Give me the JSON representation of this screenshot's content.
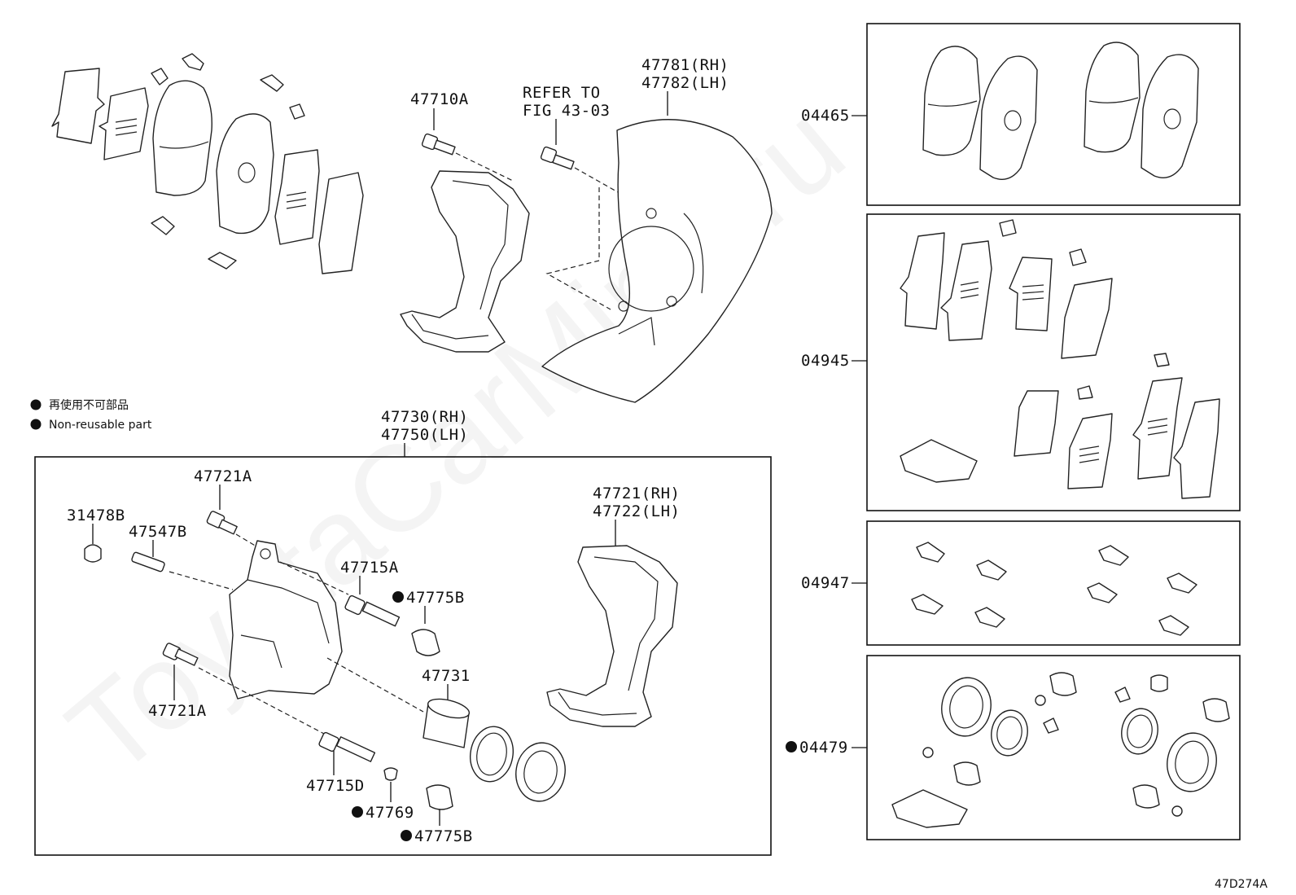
{
  "labels": {
    "bolt_47710a": "47710A",
    "refer_line1": "REFER TO",
    "refer_line2": "FIG 43-03",
    "shield_rh": "47781(RH)",
    "shield_lh": "47782(LH)",
    "caliper_rh": "47730(RH)",
    "caliper_lh": "47750(LH)",
    "p47721a_top": "47721A",
    "p31478b": "31478B",
    "p47547b": "47547B",
    "p47715a": "47715A",
    "p47775b_top": "47775B",
    "p47731": "47731",
    "p47721a_bottom": "47721A",
    "p47715d": "47715D",
    "p47769": "47769",
    "p47775b_bottom": "47775B",
    "mount_rh": "47721(RH)",
    "mount_lh": "47722(LH)",
    "kit_04465": "04465",
    "kit_04945": "04945",
    "kit_04947": "04947",
    "kit_04479": "04479",
    "diagram_code": "47D274A"
  },
  "legend": {
    "japanese": "再使用不可部品",
    "english": "Non-reusable part"
  },
  "watermark": "ToyotaCarMine.ru"
}
